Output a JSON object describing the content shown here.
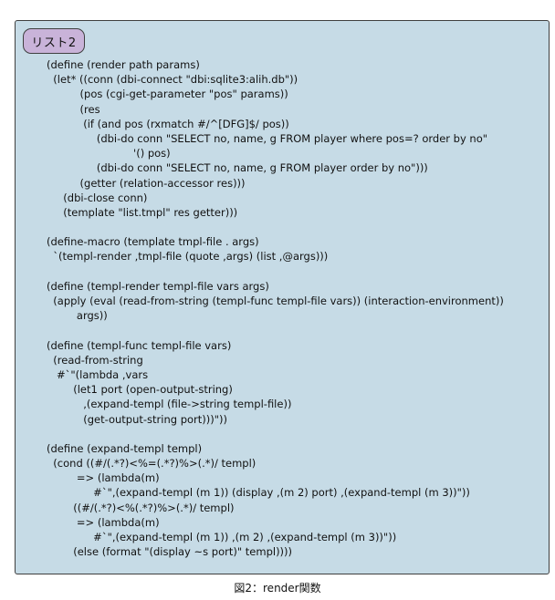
{
  "listing": {
    "tab_label": "リスト2",
    "lines": [
      "(define (render path params)",
      "  (let* ((conn (dbi-connect \"dbi:sqlite3:alih.db\"))",
      "          (pos (cgi-get-parameter \"pos\" params))",
      "          (res",
      "           (if (and pos (rxmatch #/^[DFG]$/ pos))",
      "               (dbi-do conn \"SELECT no, name, g FROM player where pos=? order by no\"",
      "                          '() pos)",
      "               (dbi-do conn \"SELECT no, name, g FROM player order by no\")))",
      "          (getter (relation-accessor res)))",
      "     (dbi-close conn)",
      "     (template \"list.tmpl\" res getter)))",
      "",
      "(define-macro (template tmpl-file . args)",
      "  `(templ-render ,tmpl-file (quote ,args) (list ,@args)))",
      "",
      "(define (templ-render templ-file vars args)",
      "  (apply (eval (read-from-string (templ-func templ-file vars)) (interaction-environment))",
      "         args))",
      "",
      "(define (templ-func templ-file vars)",
      "  (read-from-string",
      "   #`\"(lambda ,vars",
      "        (let1 port (open-output-string)",
      "           ,(expand-templ (file->string templ-file))",
      "           (get-output-string port)))\"))",
      "",
      "(define (expand-templ templ)",
      "  (cond ((#/(.*?)<%=(.*?)%>(.*)/ templ)",
      "         => (lambda(m)",
      "              #`\",(expand-templ (m 1)) (display ,(m 2) port) ,(expand-templ (m 3))\"))",
      "        ((#/(.*?)<%(.*?)%>(.*)/ templ)",
      "         => (lambda(m)",
      "              #`\",(expand-templ (m 1)) ,(m 2) ,(expand-templ (m 3))\"))",
      "        (else (format \"(display ~s port)\" templ))))"
    ]
  },
  "caption": "図2：render関数"
}
